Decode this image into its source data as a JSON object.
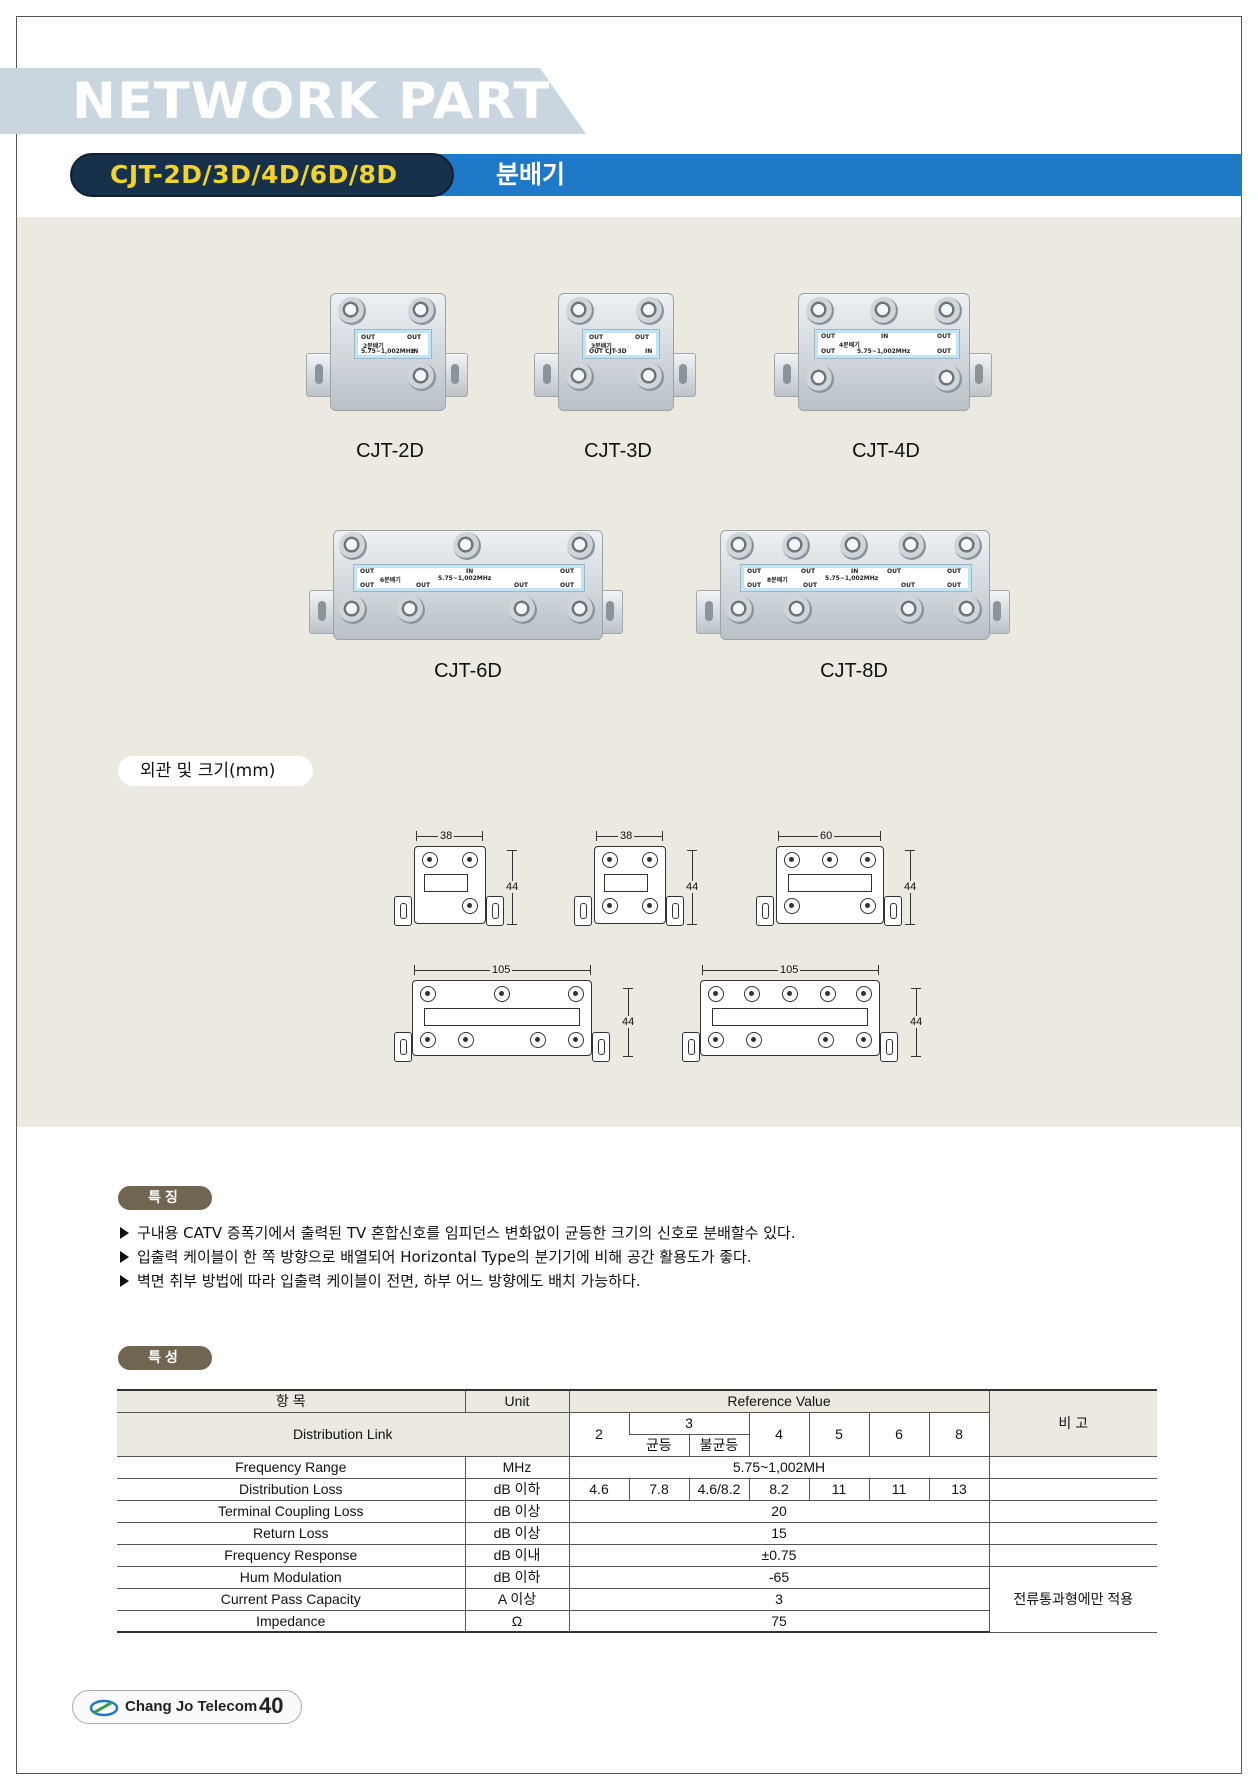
{
  "header": {
    "section_title": "NETWORK PART",
    "model_line": "CJT-2D/3D/4D/6D/8D",
    "korean_title": "분배기"
  },
  "products": [
    {
      "name": "CJT-2D",
      "label_lines": [
        "OUT",
        "OUT",
        "2분배기",
        "5.75~1,002MHz",
        "IN"
      ]
    },
    {
      "name": "CJT-3D",
      "label_lines": [
        "OUT",
        "OUT",
        "3분배기",
        "OUT CJT-3D",
        "IN"
      ]
    },
    {
      "name": "CJT-4D",
      "label_lines": [
        "OUT",
        "IN",
        "OUT",
        "4분배기",
        "OUT",
        "5.75~1,002MHz",
        "OUT"
      ]
    },
    {
      "name": "CJT-6D",
      "label_lines": [
        "OUT",
        "IN",
        "OUT",
        "6분배기",
        "5.75~1,002MHz",
        "OUT",
        "OUT",
        "OUT",
        "OUT"
      ]
    },
    {
      "name": "CJT-8D",
      "label_lines": [
        "OUT",
        "OUT",
        "IN",
        "OUT",
        "OUT",
        "8분배기",
        "5.75~1,002MHz",
        "OUT",
        "OUT",
        "OUT",
        "OUT"
      ]
    }
  ],
  "dimensions": {
    "section_label": "외관 및 크기(mm)",
    "widths": [
      "38",
      "38",
      "60",
      "105",
      "105"
    ],
    "height": "44"
  },
  "features": {
    "tag": "특징",
    "items": [
      "구내용 CATV 증폭기에서 출력된  TV 혼합신호를 임피던스 변화없이 균등한 크기의 신호로 분배할수  있다.",
      "입출력 케이블이 한 쪽 방향으로 배열되어 Horizontal Type의 분기기에 비해 공간 활용도가 좋다.",
      "벽면 취부 방법에 따라 입출력 케이블이 전면, 하부 어느 방향에도 배치 가능하다."
    ]
  },
  "specs": {
    "tag": "특성",
    "headers": {
      "item": "항   목",
      "unit": "Unit",
      "reference": "Reference Value",
      "remark": "비   고",
      "distribution_link": "Distribution Link",
      "cols": [
        "2",
        "3",
        "4",
        "5",
        "6",
        "8"
      ],
      "sub3": [
        "균등",
        "불균등"
      ]
    },
    "rows": [
      {
        "item": "Frequency Range",
        "unit": "MHz",
        "value": "5.75~1,002MH"
      },
      {
        "item": "Distribution Loss",
        "unit": "dB 이하",
        "values": [
          "4.6",
          "7.8",
          "4.6/8.2",
          "8.2",
          "11",
          "11",
          "13"
        ]
      },
      {
        "item": "Terminal Coupling Loss",
        "unit": "dB 이상",
        "value": "20"
      },
      {
        "item": "Return Loss",
        "unit": "dB 이상",
        "value": "15"
      },
      {
        "item": "Frequency Response",
        "unit": "dB 이내",
        "value": "±0.75"
      },
      {
        "item": "Hum Modulation",
        "unit": "dB 이하",
        "value": "-65"
      },
      {
        "item": "Current Pass Capacity",
        "unit": "A 이상",
        "value": "3"
      },
      {
        "item": "Impedance",
        "unit": "Ω",
        "value": "75"
      }
    ],
    "remark_current": "전류통과형에만 적용"
  },
  "footer": {
    "company": "Chang Jo Telecom",
    "page": "40"
  }
}
